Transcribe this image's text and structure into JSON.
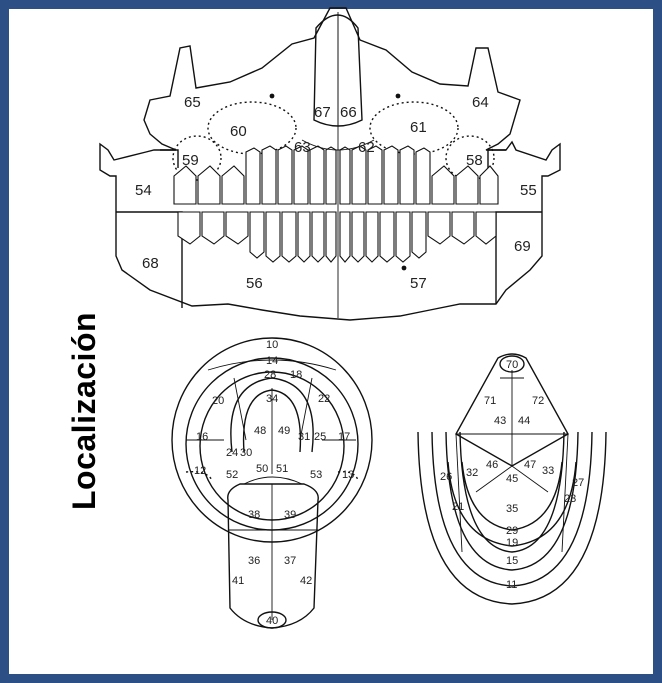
{
  "title": "Localización",
  "panoramic": {
    "labels": {
      "l54": "54",
      "l55": "55",
      "l56": "56",
      "l57": "57",
      "l58": "58",
      "l59": "59",
      "l60": "60",
      "l61": "61",
      "l62": "62",
      "l63": "63",
      "l64": "64",
      "l65": "65",
      "l66": "66",
      "l67": "67",
      "l68": "68",
      "l69": "69"
    }
  },
  "mouth_upper": {
    "labels": {
      "l10": "10",
      "l14": "14",
      "l18": "18",
      "l28": "28",
      "l34": "34",
      "l20": "20",
      "l22": "22",
      "l16": "16",
      "l17": "17",
      "l48": "48",
      "l49": "49",
      "l31": "31",
      "l25": "25",
      "l24": "24",
      "l30": "30",
      "l50": "50",
      "l51": "51",
      "l12": "12",
      "l13": "13",
      "l52": "52",
      "l53": "53",
      "l38": "38",
      "l39": "39",
      "l36": "36",
      "l37": "37",
      "l41": "41",
      "l42": "42",
      "l40": "40"
    }
  },
  "mouth_lower": {
    "labels": {
      "l70": "70",
      "l71": "71",
      "l72": "72",
      "l43": "43",
      "l44": "44",
      "l46": "46",
      "l47": "47",
      "l45": "45",
      "l26": "26",
      "l32": "32",
      "l33": "33",
      "l27": "27",
      "l21": "21",
      "l23": "23",
      "l35": "35",
      "l29": "29",
      "l19": "19",
      "l15": "15",
      "l11": "11"
    }
  }
}
